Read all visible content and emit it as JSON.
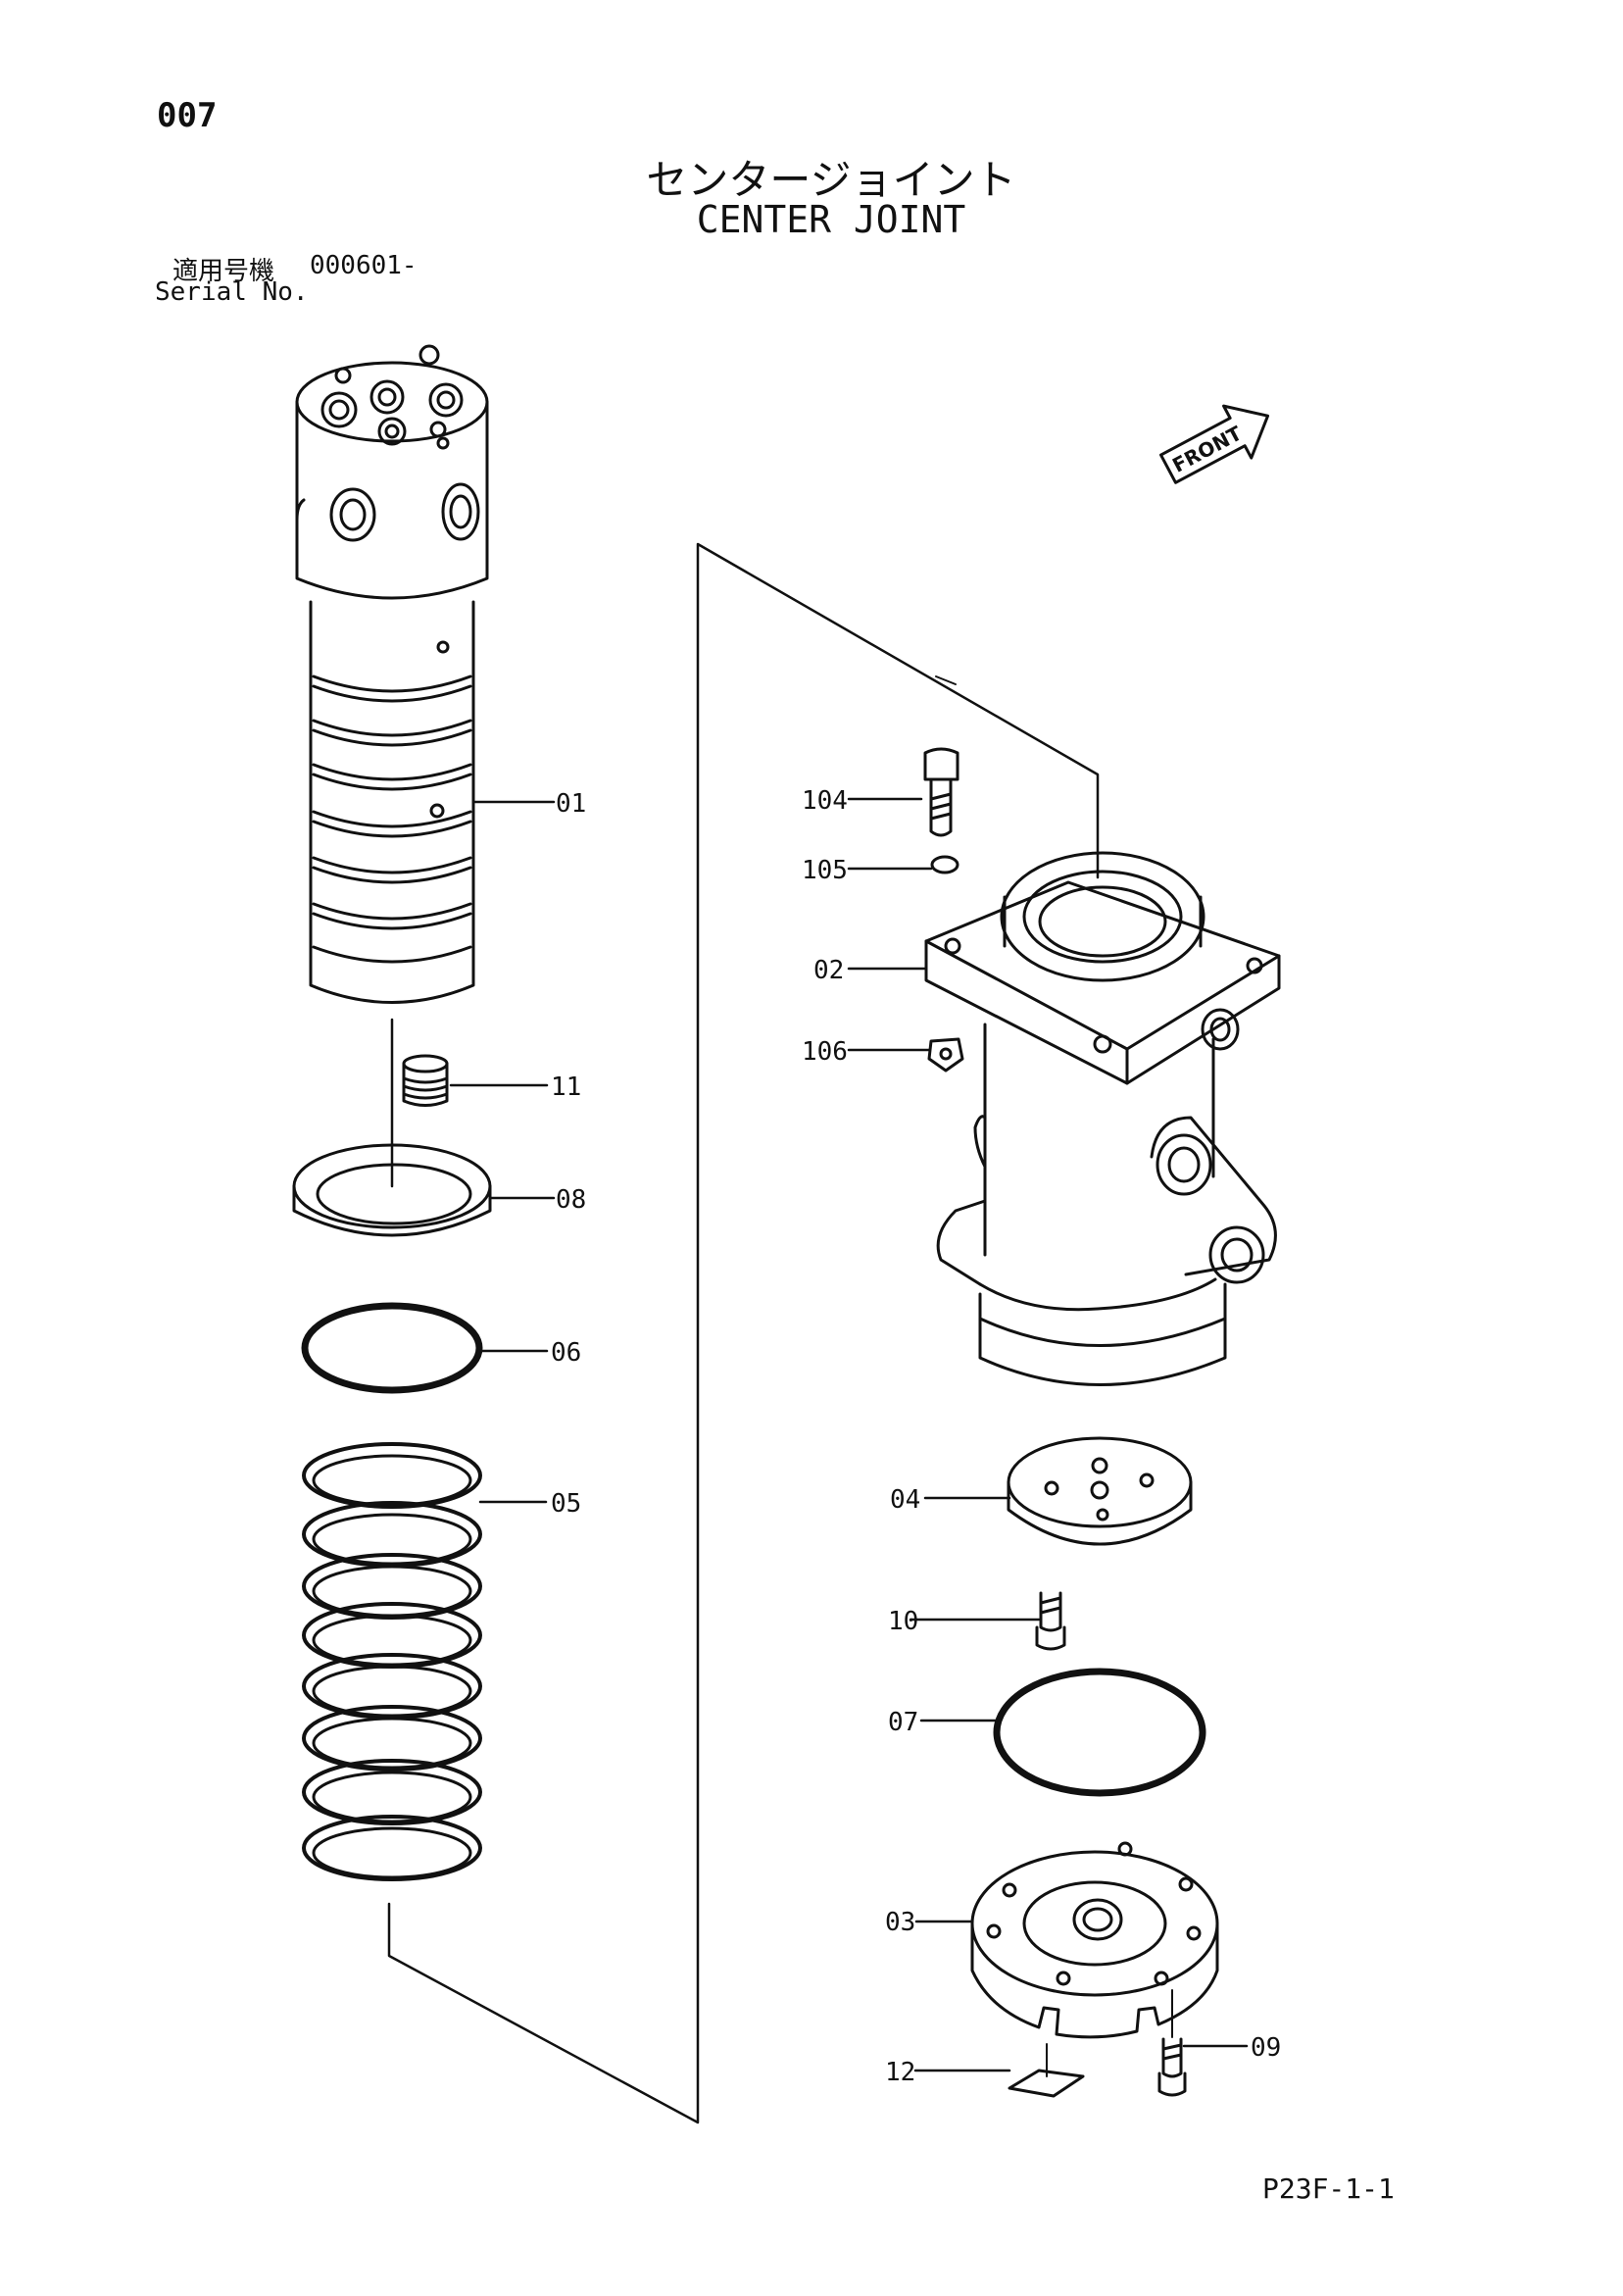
{
  "header": {
    "page_number": "007",
    "title_jp": "センタージョイント",
    "title_en": "CENTER JOINT",
    "serial_label_jp": "適用号機",
    "serial_value": "000601-",
    "serial_label_en": "Serial No."
  },
  "front_arrow_label": "FRONT",
  "parts": [
    {
      "id": "01"
    },
    {
      "id": "02"
    },
    {
      "id": "03"
    },
    {
      "id": "04"
    },
    {
      "id": "05"
    },
    {
      "id": "06"
    },
    {
      "id": "07"
    },
    {
      "id": "08"
    },
    {
      "id": "09"
    },
    {
      "id": "10"
    },
    {
      "id": "11"
    },
    {
      "id": "12"
    },
    {
      "id": "104"
    },
    {
      "id": "105"
    },
    {
      "id": "106"
    }
  ],
  "footer": {
    "page_code": "P23F-1-1"
  }
}
